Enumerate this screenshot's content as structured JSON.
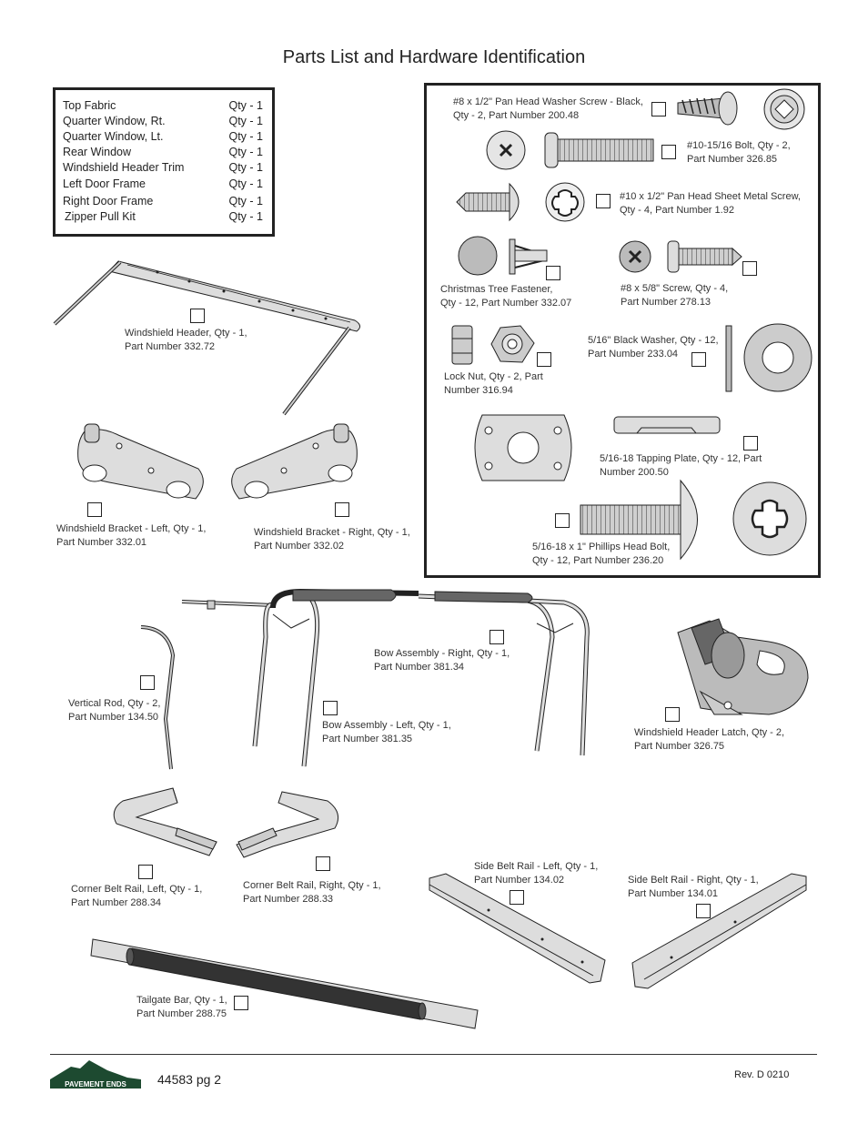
{
  "page": {
    "title": "Parts List and Hardware Identification",
    "doc_number": "44583  pg 2",
    "revision": "Rev.  D   0210",
    "logo_text": "PAVEMENT ENDS"
  },
  "parts_list": [
    {
      "name": "Top Fabric",
      "qty": "Qty - 1"
    },
    {
      "name": "Quarter Window, Rt.",
      "qty": "Qty - 1"
    },
    {
      "name": "Quarter Window, Lt.",
      "qty": "Qty - 1"
    },
    {
      "name": "Rear Window",
      "qty": "Qty - 1"
    },
    {
      "name": "Windshield Header Trim",
      "qty": "Qty - 1"
    },
    {
      "name": "Left Door Frame",
      "qty": "Qty - 1"
    },
    {
      "name": "Right Door Frame",
      "qty": "Qty - 1"
    },
    {
      "name": "Zipper Pull Kit",
      "qty": "Qty - 1"
    }
  ],
  "hardware": [
    {
      "line1": "#8 x 1/2\" Pan Head Washer Screw - Black,",
      "line2": "Qty - 2, Part Number 200.48"
    },
    {
      "line1": "#10-15/16 Bolt, Qty - 2,",
      "line2": "Part Number 326.85"
    },
    {
      "line1": "#10 x 1/2\" Pan Head Sheet Metal Screw,",
      "line2": "Qty - 4, Part Number 1.92"
    },
    {
      "line1": "Christmas Tree Fastener,",
      "line2": "Qty - 12, Part Number 332.07"
    },
    {
      "line1": "#8 x 5/8\" Screw, Qty - 4,",
      "line2": "Part Number 278.13"
    },
    {
      "line1": "5/16\" Black Washer, Qty - 12,",
      "line2": "Part Number 233.04"
    },
    {
      "line1": "Lock Nut, Qty - 2, Part",
      "line2": "Number 316.94"
    },
    {
      "line1": "5/16-18 Tapping Plate, Qty - 12, Part",
      "line2": "Number 200.50"
    },
    {
      "line1": "5/16-18 x 1\" Phillips Head Bolt,",
      "line2": "Qty - 12, Part Number 236.20"
    }
  ],
  "components": [
    {
      "line1": "Windshield Header, Qty - 1,",
      "line2": "Part Number 332.72"
    },
    {
      "line1": "Windshield Bracket - Left, Qty - 1,",
      "line2": "Part Number 332.01"
    },
    {
      "line1": "Windshield Bracket - Right, Qty - 1,",
      "line2": "Part Number 332.02"
    },
    {
      "line1": "Bow Assembly - Right, Qty - 1,",
      "line2": "Part Number 381.34"
    },
    {
      "line1": "Vertical Rod, Qty - 2,",
      "line2": "Part Number 134.50"
    },
    {
      "line1": "Bow Assembly - Left, Qty - 1,",
      "line2": "Part Number 381.35"
    },
    {
      "line1": "Windshield Header Latch, Qty - 2,",
      "line2": "Part Number 326.75"
    },
    {
      "line1": "Corner Belt Rail, Left, Qty - 1,",
      "line2": "Part Number 288.34"
    },
    {
      "line1": "Corner Belt Rail, Right, Qty - 1,",
      "line2": "Part Number 288.33"
    },
    {
      "line1": "Side Belt Rail - Left, Qty - 1,",
      "line2": "Part Number 134.02"
    },
    {
      "line1": "Side Belt Rail - Right, Qty - 1,",
      "line2": "Part Number 134.01"
    },
    {
      "line1": "Tailgate Bar, Qty - 1,",
      "line2": "Part Number 288.75"
    }
  ]
}
